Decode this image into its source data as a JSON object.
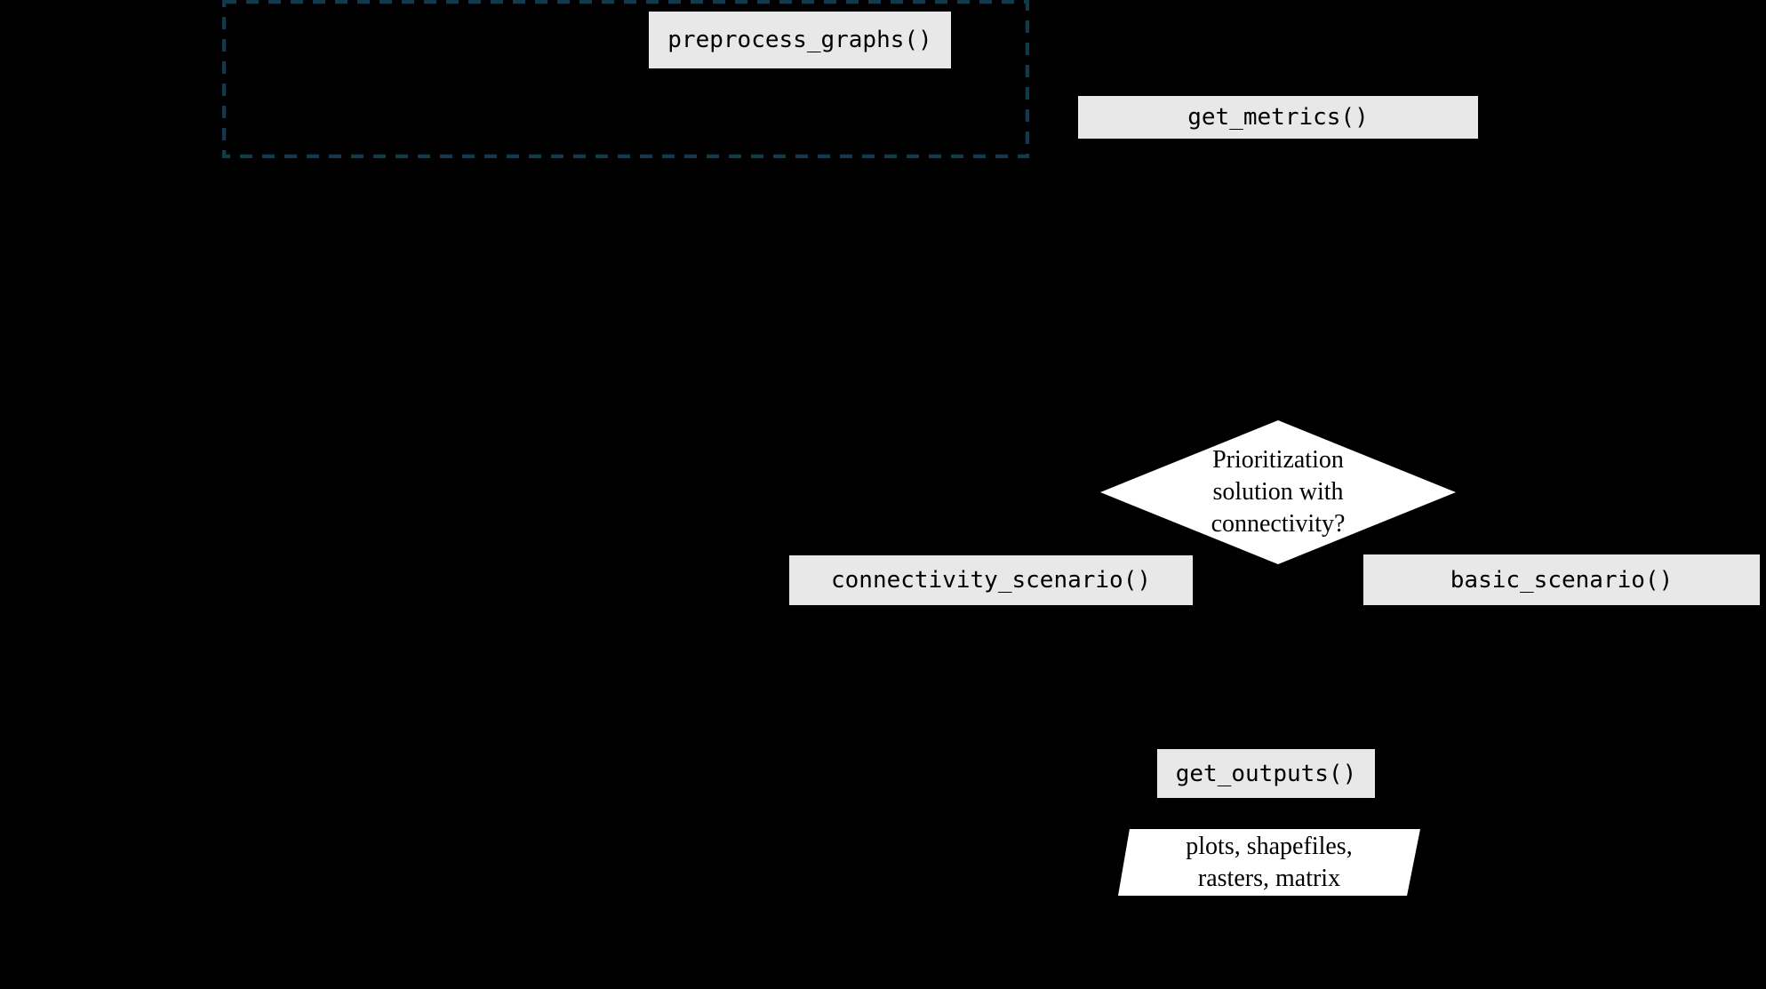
{
  "diagram": {
    "type": "flowchart",
    "colors": {
      "background": "#000000",
      "function_box_fill": "#e8e8e8",
      "decision_fill": "#ffffff",
      "io_fill": "#ffffff",
      "text": "#000000",
      "group_outline": "#123a4e"
    },
    "nodes": {
      "preprocess": {
        "label": "preprocess_graphs()"
      },
      "get_metrics": {
        "label": "get_metrics()"
      },
      "decision": {
        "text": "Prioritization solution with connectivity?",
        "line1": "Prioritization",
        "line2": "solution with",
        "line3": "connectivity?"
      },
      "connectivity_scenario": {
        "label": "connectivity_scenario()"
      },
      "basic_scenario": {
        "label": "basic_scenario()"
      },
      "get_outputs": {
        "label": "get_outputs()"
      },
      "outputs": {
        "text": "plots, shapefiles, rasters, matrix",
        "line1": "plots, shapefiles,",
        "line2": "rasters, matrix"
      }
    }
  }
}
